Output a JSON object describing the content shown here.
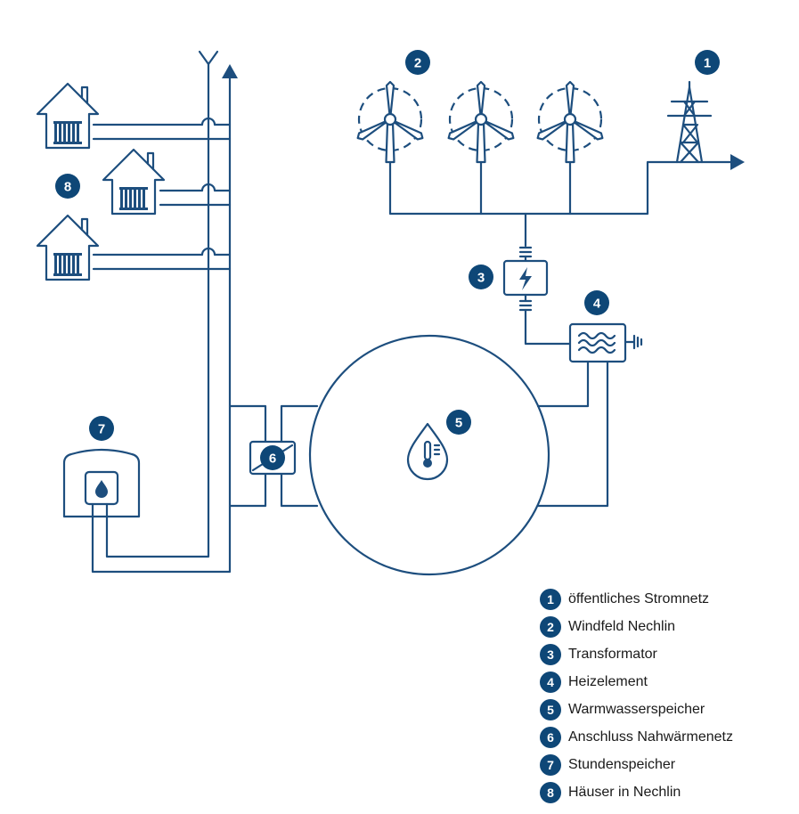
{
  "colors": {
    "line": "#1d4e7e",
    "badge": "#0e4777",
    "background": "#ffffff",
    "text": "#1a1a1a"
  },
  "badges": {
    "grid": "1",
    "windfarm": "2",
    "transformer": "3",
    "heater": "4",
    "tank": "5",
    "connection": "6",
    "buffer": "7",
    "houses": "8"
  },
  "icons": {
    "grid": "power-pylon-icon",
    "windfarm": "wind-turbine-icon",
    "transformer": "lightning-bolt-icon",
    "heater": "heating-coil-icon",
    "tank": "thermometer-drop-icon",
    "connection": "heat-exchanger-icon",
    "buffer": "water-drop-icon",
    "houses": "house-radiator-icon",
    "ground": "ground-symbol-icon"
  },
  "legend": [
    {
      "num": "1",
      "label": "öffentliches Stromnetz"
    },
    {
      "num": "2",
      "label": "Windfeld Nechlin"
    },
    {
      "num": "3",
      "label": "Transformator"
    },
    {
      "num": "4",
      "label": "Heizelement"
    },
    {
      "num": "5",
      "label": "Warmwasserspeicher"
    },
    {
      "num": "6",
      "label": "Anschluss Nahwärmenetz"
    },
    {
      "num": "7",
      "label": "Stundenspeicher"
    },
    {
      "num": "8",
      "label": "Häuser in Nechlin"
    }
  ]
}
